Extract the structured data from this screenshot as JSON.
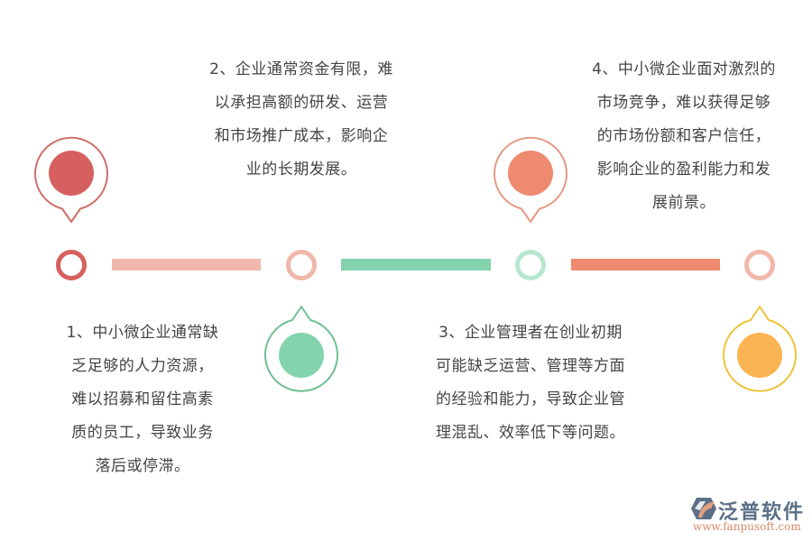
{
  "colors": {
    "red": "#d6605f",
    "pink": "#f0b8aa",
    "green": "#82d3ae",
    "green_stroke": "#6fbf93",
    "mint": "#b7e6cf",
    "coral": "#ee8a6f",
    "coral_stroke": "#e39a86",
    "yellow_fill": "#fbb453",
    "yellow_stroke": "#ecc43a",
    "text": "#444444"
  },
  "timeline": {
    "nodes": [
      {
        "id": 1,
        "ring_color": "#d6605f"
      },
      {
        "id": 2,
        "ring_color": "#f0b8aa"
      },
      {
        "id": 3,
        "ring_color": "#b7e6cf"
      },
      {
        "id": 4,
        "ring_color": "#f0b8aa"
      }
    ],
    "connectors": [
      {
        "color": "#f0b8aa"
      },
      {
        "color": "#82d3ae"
      },
      {
        "color": "#ee8a6f"
      }
    ]
  },
  "items": [
    {
      "number": "1",
      "lines": [
        "1、中小微企业通常缺",
        "乏足够的人力资源，",
        "难以招募和留住高素",
        "质的员工，导致业务",
        "落后或停滞。"
      ]
    },
    {
      "number": "2",
      "lines": [
        "2、企业通常资金有限，难",
        "以承担高额的研发、运营",
        "和市场推广成本，影响企",
        "业的长期发展。"
      ]
    },
    {
      "number": "3",
      "lines": [
        "3、企业管理者在创业初期",
        "可能缺乏运营、管理等方面",
        "的经验和能力，导致企业管",
        "理混乱、效率低下等问题。"
      ]
    },
    {
      "number": "4",
      "lines": [
        "4、中小微企业面对激烈的",
        "市场竞争，难以获得足够",
        "的市场份额和客户信任，",
        "影响企业的盈利能力和发",
        "展前景。"
      ]
    }
  ],
  "logo": {
    "name": "泛普软件",
    "url": "www.fanpusoft.com"
  }
}
